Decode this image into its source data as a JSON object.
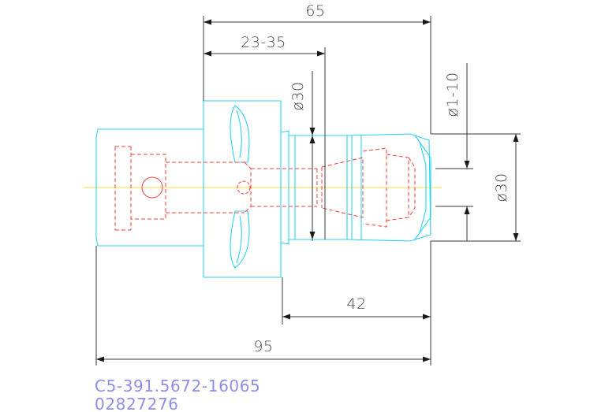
{
  "dimensions": {
    "overall_length_top": "65",
    "range_length": "23-35",
    "bore_diameter": "ø30",
    "clamp_range": "ø1-10",
    "nose_diameter": "ø30",
    "projection_length": "42",
    "overall_length": "95"
  },
  "part": {
    "code": "C5-391.5672-16065",
    "number": "02827276"
  },
  "colors": {
    "outline": "#29d4f0",
    "hidden_lines": "#ff3b3b",
    "center_line": "#f2e23a",
    "dimension_lines": "#3a3a3a",
    "part_text": "#8e8ee8"
  }
}
